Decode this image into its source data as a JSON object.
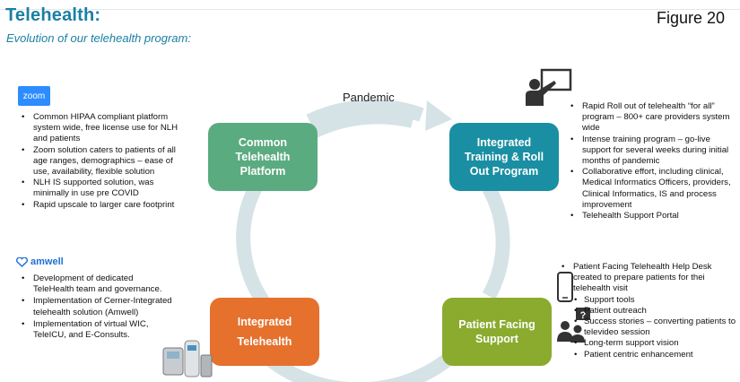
{
  "header": {
    "title": "Telehealth:",
    "subtitle": "Evolution of our telehealth program:",
    "figure_label": "Figure 20"
  },
  "cycle": {
    "pandemic_label": "Pandemic",
    "boxes": [
      {
        "line1": "Common",
        "line2": "Telehealth",
        "line3": "Platform",
        "color": "#5bab81"
      },
      {
        "line1": "Integrated",
        "line2": "Training & Roll",
        "line3": "Out Program",
        "color": "#1a8fa3"
      },
      {
        "line1": "Integrated",
        "line2": "Telehealth",
        "color": "#e5712d"
      },
      {
        "line1": "Patient Facing",
        "line2": "Support",
        "color": "#8aab2e"
      }
    ],
    "ring_color": "#d5e3e6"
  },
  "zoom": {
    "logo": "zoom",
    "bullets": [
      "Common HIPAA compliant platform system wide, free license use for NLH and patients",
      "Zoom solution caters to patients of all age ranges, demographics – ease of use, availability, flexible solution",
      "NLH IS supported solution, was minimally in use pre COVID",
      "Rapid upscale to larger care footprint"
    ]
  },
  "amwell": {
    "logo": "amwell",
    "bullets": [
      "Development of dedicated TeleHealth team and governance.",
      "Implementation of Cerner-Integrated telehealth solution (Amwell)",
      "Implementation of virtual WIC, TeleICU, and E-Consults."
    ]
  },
  "training": {
    "icon": "presentation-icon",
    "bullets": [
      "Rapid Roll out of telehealth “for all” program – 800+ care providers system wide",
      "Intense training program – go-live support for several weeks during initial months of pandemic",
      "Collaborative effort, including clinical, Medical Informatics Officers, providers, Clinical Informatics, IS and process improvement",
      "Telehealth Support Portal"
    ]
  },
  "patient": {
    "icons": [
      "smartphone-icon",
      "question-people-icon"
    ],
    "intro": "Patient Facing Telehealth Help Desk created to prepare patients for thei telehealth visit",
    "sub_bullets": [
      "Support tools",
      "Patient outreach",
      "Success stories – converting patients to televideo session",
      "Long-term support vision",
      "Patient centric enhancement"
    ]
  }
}
